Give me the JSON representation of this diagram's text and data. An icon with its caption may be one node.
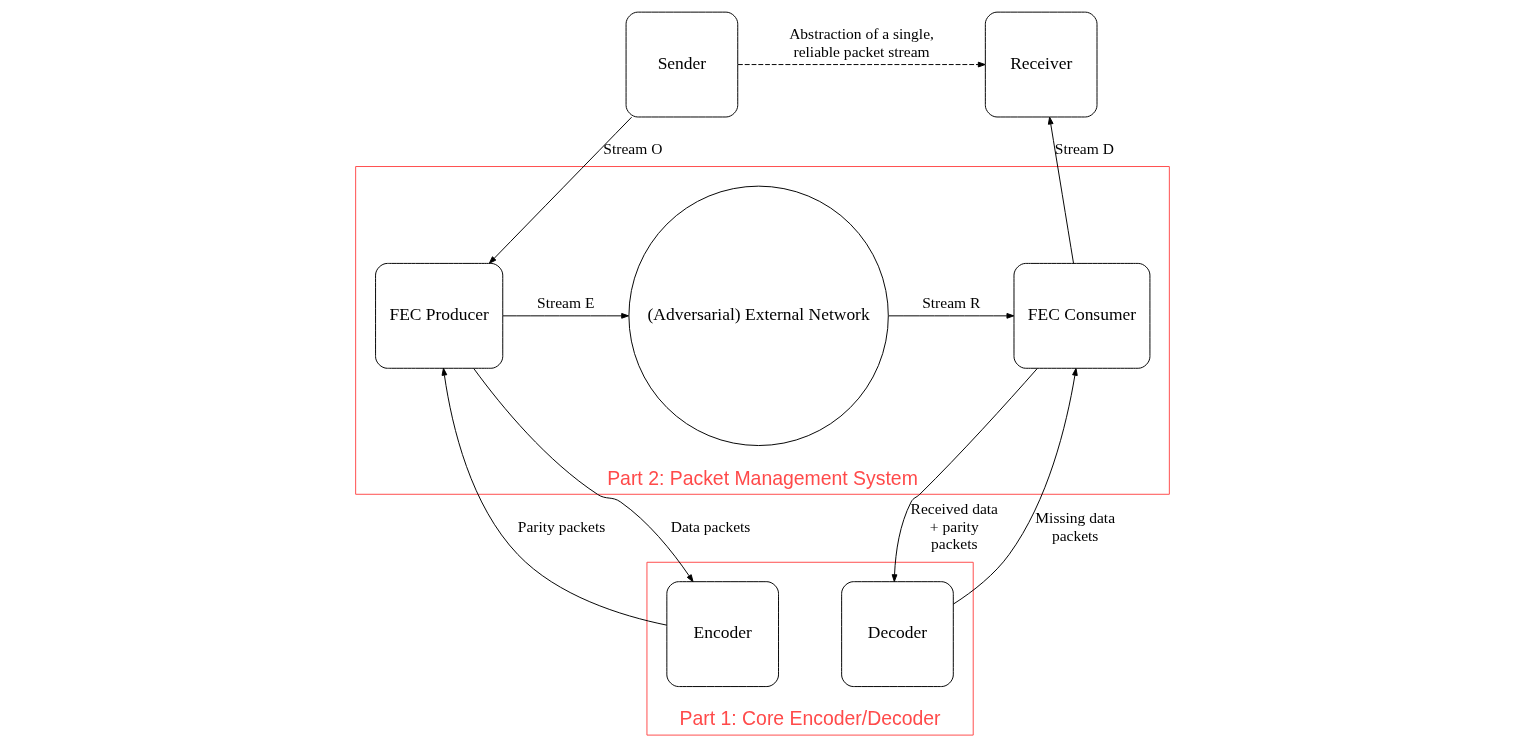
{
  "diagram": {
    "nodes": [
      {
        "text": [
          "Sender"
        ]
      },
      {
        "text": [
          "Receiver"
        ]
      },
      {
        "text": [
          "Part 2: Packet Management System"
        ]
      },
      {
        "text": [
          "FEC Producer"
        ],
        "in": 2
      },
      {
        "text": [
          "(Adversarial) External Network"
        ],
        "in": 2
      },
      {
        "text": [
          "FEC Consumer"
        ],
        "in": 2
      },
      {
        "text": [
          "Part 1: Core Encoder/Decoder"
        ]
      },
      {
        "text": [
          "Encoder"
        ],
        "in": 6
      },
      {
        "text": [
          "Decoder"
        ],
        "in": 6
      }
    ],
    "edges": [
      {
        "from": 0,
        "to": 1,
        "arrow": "to",
        "style": "dashed",
        "label": "Abstraction of a single, reliable packet stream"
      },
      {
        "from": 0,
        "to": 3,
        "arrow": "to",
        "label": "Stream O"
      },
      {
        "from": 3,
        "to": 4,
        "arrow": "to",
        "label": "Stream E"
      },
      {
        "from": 4,
        "to": 5,
        "arrow": "to",
        "label": "Stream R"
      },
      {
        "from": 5,
        "to": 1,
        "arrow": "to",
        "label": "Stream D"
      },
      {
        "from": 3,
        "to": 7,
        "arrow": "to",
        "label": "Data packets"
      },
      {
        "from": 7,
        "to": 3,
        "arrow": "to",
        "label": "Parity packets"
      },
      {
        "from": 5,
        "to": 8,
        "arrow": "to",
        "label": "Received data + parity packets"
      },
      {
        "from": 8,
        "to": 5,
        "arrow": "to",
        "label": "Missing data packets"
      }
    ]
  }
}
